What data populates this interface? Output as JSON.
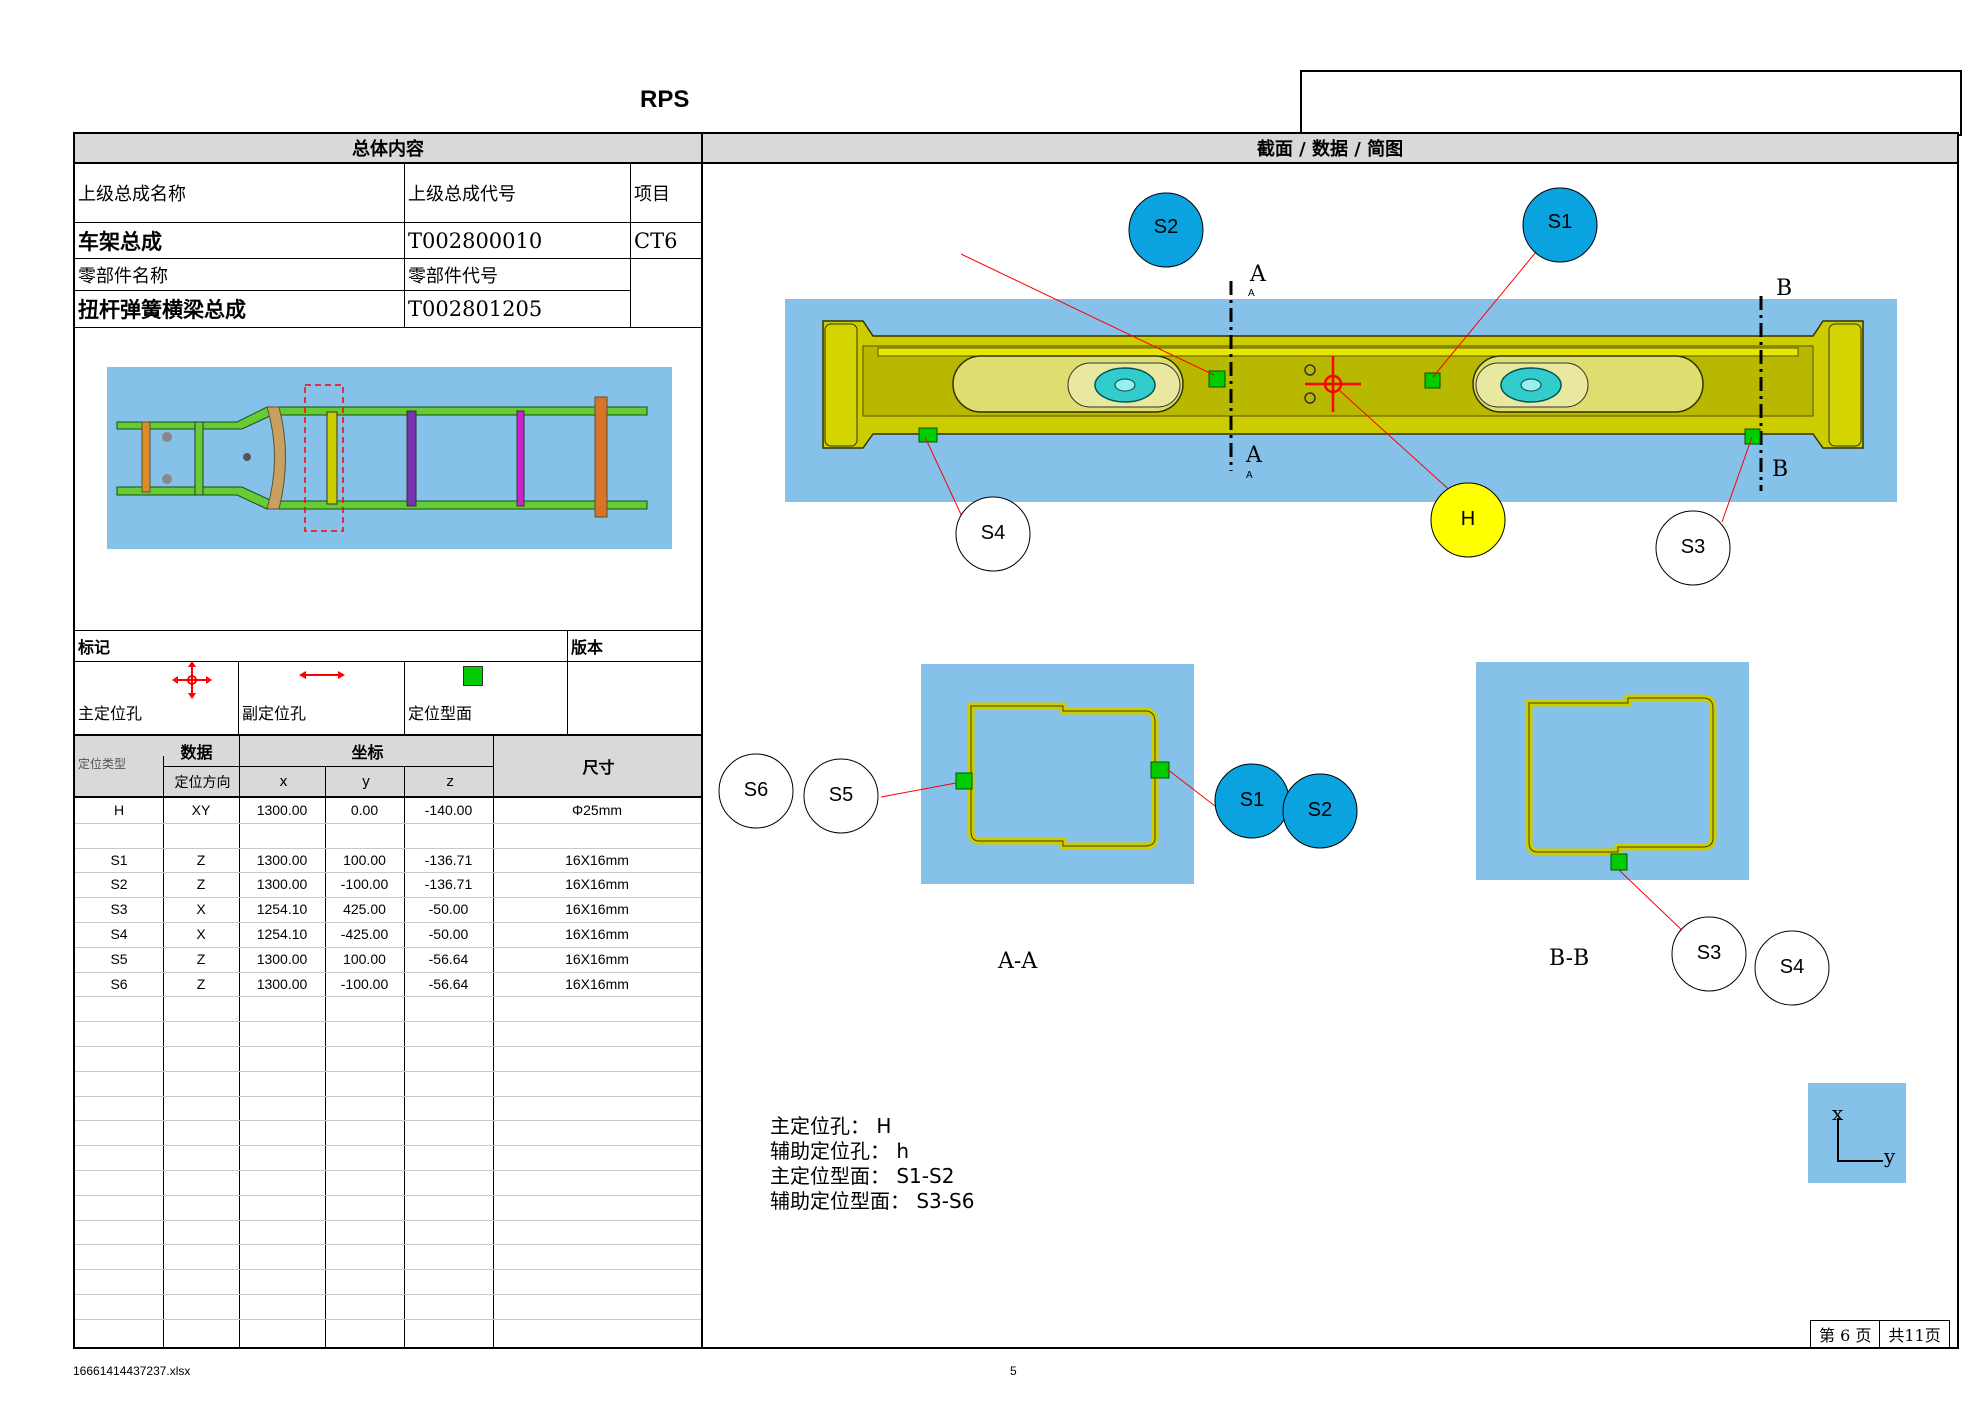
{
  "header": {
    "title": "RPS"
  },
  "left_header": "总体内容",
  "right_header": "截面 / 数据 / 简图",
  "info": {
    "parent_name_label": "上级总成名称",
    "parent_code_label": "上级总成代号",
    "project_label": "项目",
    "parent_name": "车架总成",
    "parent_code": "T002800010",
    "project": "CT6",
    "part_name_label": "零部件名称",
    "part_code_label": "零部件代号",
    "part_name": "扭杆弹簧横梁总成",
    "part_code": "T002801205"
  },
  "legend": {
    "mark_label": "标记",
    "version_label": "版本",
    "main_hole": "主定位孔",
    "sub_hole": "副定位孔",
    "surface": "定位型面"
  },
  "table": {
    "data_label": "数据",
    "coord_label": "坐标",
    "size_label": "尺寸",
    "type_label": "定位类型",
    "dir_label": "定位方向",
    "x_label": "x",
    "y_label": "y",
    "z_label": "z",
    "rows": [
      {
        "id": "H",
        "dir": "XY",
        "x": "1300.00",
        "y": "0.00",
        "z": "-140.00",
        "size": "Φ25mm"
      },
      {
        "id": "",
        "dir": "",
        "x": "",
        "y": "",
        "z": "",
        "size": ""
      },
      {
        "id": "S1",
        "dir": "Z",
        "x": "1300.00",
        "y": "100.00",
        "z": "-136.71",
        "size": "16X16mm"
      },
      {
        "id": "S2",
        "dir": "Z",
        "x": "1300.00",
        "y": "-100.00",
        "z": "-136.71",
        "size": "16X16mm"
      },
      {
        "id": "S3",
        "dir": "X",
        "x": "1254.10",
        "y": "425.00",
        "z": "-50.00",
        "size": "16X16mm"
      },
      {
        "id": "S4",
        "dir": "X",
        "x": "1254.10",
        "y": "-425.00",
        "z": "-50.00",
        "size": "16X16mm"
      },
      {
        "id": "S5",
        "dir": "Z",
        "x": "1300.00",
        "y": "100.00",
        "z": "-56.64",
        "size": "16X16mm"
      },
      {
        "id": "S6",
        "dir": "Z",
        "x": "1300.00",
        "y": "-100.00",
        "z": "-56.64",
        "size": "16X16mm"
      }
    ]
  },
  "diagram": {
    "section_a_top": "A",
    "section_a_top_small": "A",
    "section_a_bottom": "A",
    "section_a_bottom_small": "A",
    "section_b_top": "B",
    "section_b_bottom": "B",
    "aa_label": "A-A",
    "bb_label": "B-B",
    "callouts": {
      "S1": "S1",
      "S2": "S2",
      "S3": "S3",
      "S4": "S4",
      "S5": "S5",
      "S6": "S6",
      "H": "H"
    },
    "axis_x": "x",
    "axis_y": "y",
    "colors": {
      "blue_bg": "#85c1e9",
      "callout_blue": "#0aa3e0",
      "callout_yellow": "#ffff00",
      "marker_green": "#00cc00",
      "part_yellow": "#cccc00"
    }
  },
  "notes": [
    "主定位孔：  H",
    "辅助定位孔：  h",
    "主定位型面：  S1-S2",
    "辅助定位型面：  S3-S6"
  ],
  "footer": {
    "filename": "16661414437237.xlsx",
    "page_number": "5",
    "page_of": "第 6 页",
    "page_total": "共11页"
  }
}
